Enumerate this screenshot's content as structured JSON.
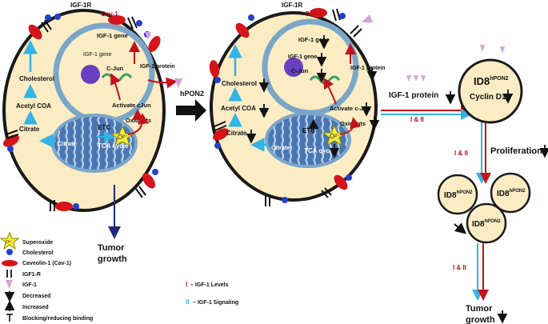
{
  "colors": {
    "cell_fill": "#fbecc4",
    "cell_stroke": "#1a1a1a",
    "nucleus_stroke": "#7aa6c8",
    "mito_fill": "#4a77b3",
    "red": "#c4121b",
    "cyan": "#33b4e6",
    "navy": "#202a7a",
    "violet": "#6a3fc0",
    "pink": "#d8a2dc",
    "green": "#3aa066",
    "star": "#f4ea3a"
  },
  "left_cell": {
    "igf1r": "IGF-1R",
    "cav1": "Cav-1",
    "igf1_gene_outer": "IGF-1 gene",
    "igf1_gene_inner": "IGF-1 gene",
    "cjun": "C-Jun",
    "igf1_protein": "IGF-1 protein",
    "activate_cjun": "Activate cJun",
    "oxidants": "Oxidants",
    "cholesterol": "Cholesterol",
    "acetyl_coa": "Acetyl COA",
    "citrate_out": "Citrate",
    "citrate_in": "Citrate",
    "etc": "ETC",
    "tca": "TCA cycle",
    "o2": "O²⁻"
  },
  "transition_label": "hPON2",
  "middle_cell": {
    "igf1r": "IGF-1R",
    "cav1": "Cav-1",
    "igf1_gene_outer": "IGF-1 gene",
    "igf1_gene_inner": "IGF-1 gene",
    "cjun": "C-Jun",
    "igf1_protein": "IGF-1 protein",
    "activate_cjun": "Activate c-Jun",
    "oxidants": "Oxidants",
    "cholesterol": "Cholesterol",
    "acetyl_coa": "Acetyl COA",
    "citrate_out": "Citrate",
    "citrate_in": "Citrate",
    "etc": "ETC",
    "tca": "TCA cycle",
    "o2": "O²⁻"
  },
  "right_panel": {
    "igf1_protein": "IGF-1  protein",
    "i_and_ii_top": "I & II",
    "id8_main": "ID8",
    "id8_sup": "hPON2",
    "cyclin": "Cyclin D1",
    "proliferation": "Proliferation",
    "i_and_ii_mid": "I & II",
    "small_id8": "ID8",
    "small_sup": "hPON2",
    "i_and_ii_bottom": "I & II",
    "tumor_growth": "Tumor growth"
  },
  "tumor_growth_left": "Tumor growth",
  "legend": [
    {
      "icon": "superoxide",
      "label": "Superoxide"
    },
    {
      "icon": "cholesterol",
      "label": "Cholesterol"
    },
    {
      "icon": "caveolin",
      "label": "Caveolin-1 (Cav-1)"
    },
    {
      "icon": "igf1r",
      "label": "IGF1-R"
    },
    {
      "icon": "igf1",
      "label": "IGF-1"
    },
    {
      "icon": "decreased",
      "label": "Decreased"
    },
    {
      "icon": "increased",
      "label": "Increased"
    },
    {
      "icon": "blocking",
      "label": "Blocking/reducing binding"
    }
  ],
  "legend_icon_text": "O²⁻",
  "key": [
    {
      "mark": "I",
      "label": "– IGF-1 Levels"
    },
    {
      "mark": "II",
      "label": "– IGF-1 Signaling"
    }
  ]
}
